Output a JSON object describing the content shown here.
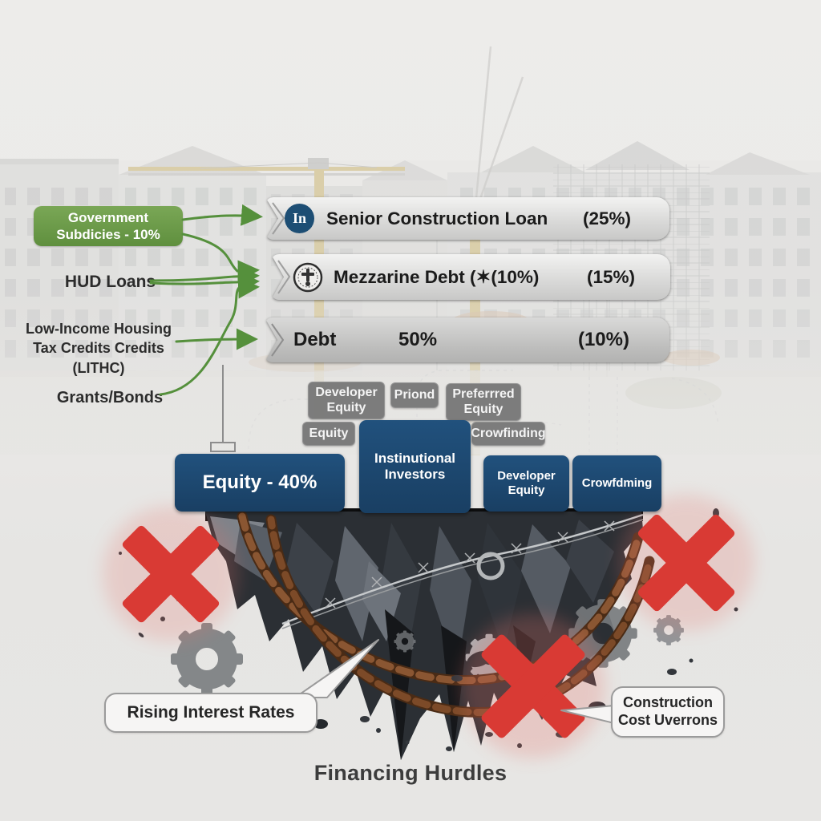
{
  "funding_sources": {
    "government_subsidies": {
      "line1": "Government",
      "line2": "Subdicies - 10%"
    },
    "labels": [
      {
        "label": "HUD Loans"
      },
      {
        "label": "Low-Income Housing Tax Credits Credits (LITHC)"
      },
      {
        "label": "Grants/Bonds"
      }
    ]
  },
  "capital_stack": {
    "bars": [
      {
        "icon": "bank-monogram-icon",
        "monogram": "In",
        "label": "Senior Construction Loan",
        "percent": "(25%)"
      },
      {
        "icon": "official-seal-icon",
        "label": "Mezzarine Debt (✶(10%)",
        "percent": "(15%)"
      },
      {
        "icon": "",
        "label": "Debt",
        "share": "50%",
        "percent": "(10%)"
      }
    ],
    "equity_chips": [
      {
        "label": "Developer Equity"
      },
      {
        "label": "Priond"
      },
      {
        "label": "Preferrred Equity"
      },
      {
        "label": "Equity"
      },
      {
        "label": "Crowfinding"
      }
    ],
    "equity_blocks": [
      {
        "label": "Equity - 40%"
      },
      {
        "label": "Instinutional Investors"
      },
      {
        "label": "Developer Equity"
      },
      {
        "label": "Crowfdming"
      }
    ]
  },
  "hurdles": {
    "callouts": [
      {
        "label": "Rising Interest Rates"
      },
      {
        "label": "Construction Cost Uverrons"
      }
    ]
  },
  "footer": {
    "title": "Financing Hurdles"
  },
  "colors": {
    "source_green": "#6e9d4b",
    "navy": "#1d4a73",
    "red_x": "#d93a34",
    "chain_brown": "#7c4a28",
    "bar_gray": "#d8d8d7"
  }
}
